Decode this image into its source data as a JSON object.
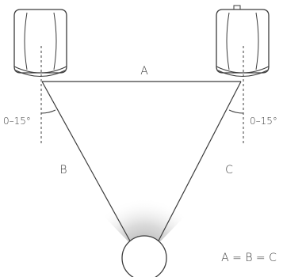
{
  "labels": {
    "side_a": "A",
    "side_b": "B",
    "side_c": "C",
    "angle_left": "0–15°",
    "angle_right": "0–15°",
    "equation": "A = B = C"
  },
  "colors": {
    "line": "#3c3c3c",
    "speaker_fill": "#ffffff",
    "speaker_stroke": "#3c3c3c",
    "cone_dark": "#9a9a9a",
    "text": "#3a3a3a"
  },
  "icons": {
    "left_speaker": "speaker-icon",
    "right_speaker": "speaker-icon",
    "listener": "listener-head-icon"
  }
}
